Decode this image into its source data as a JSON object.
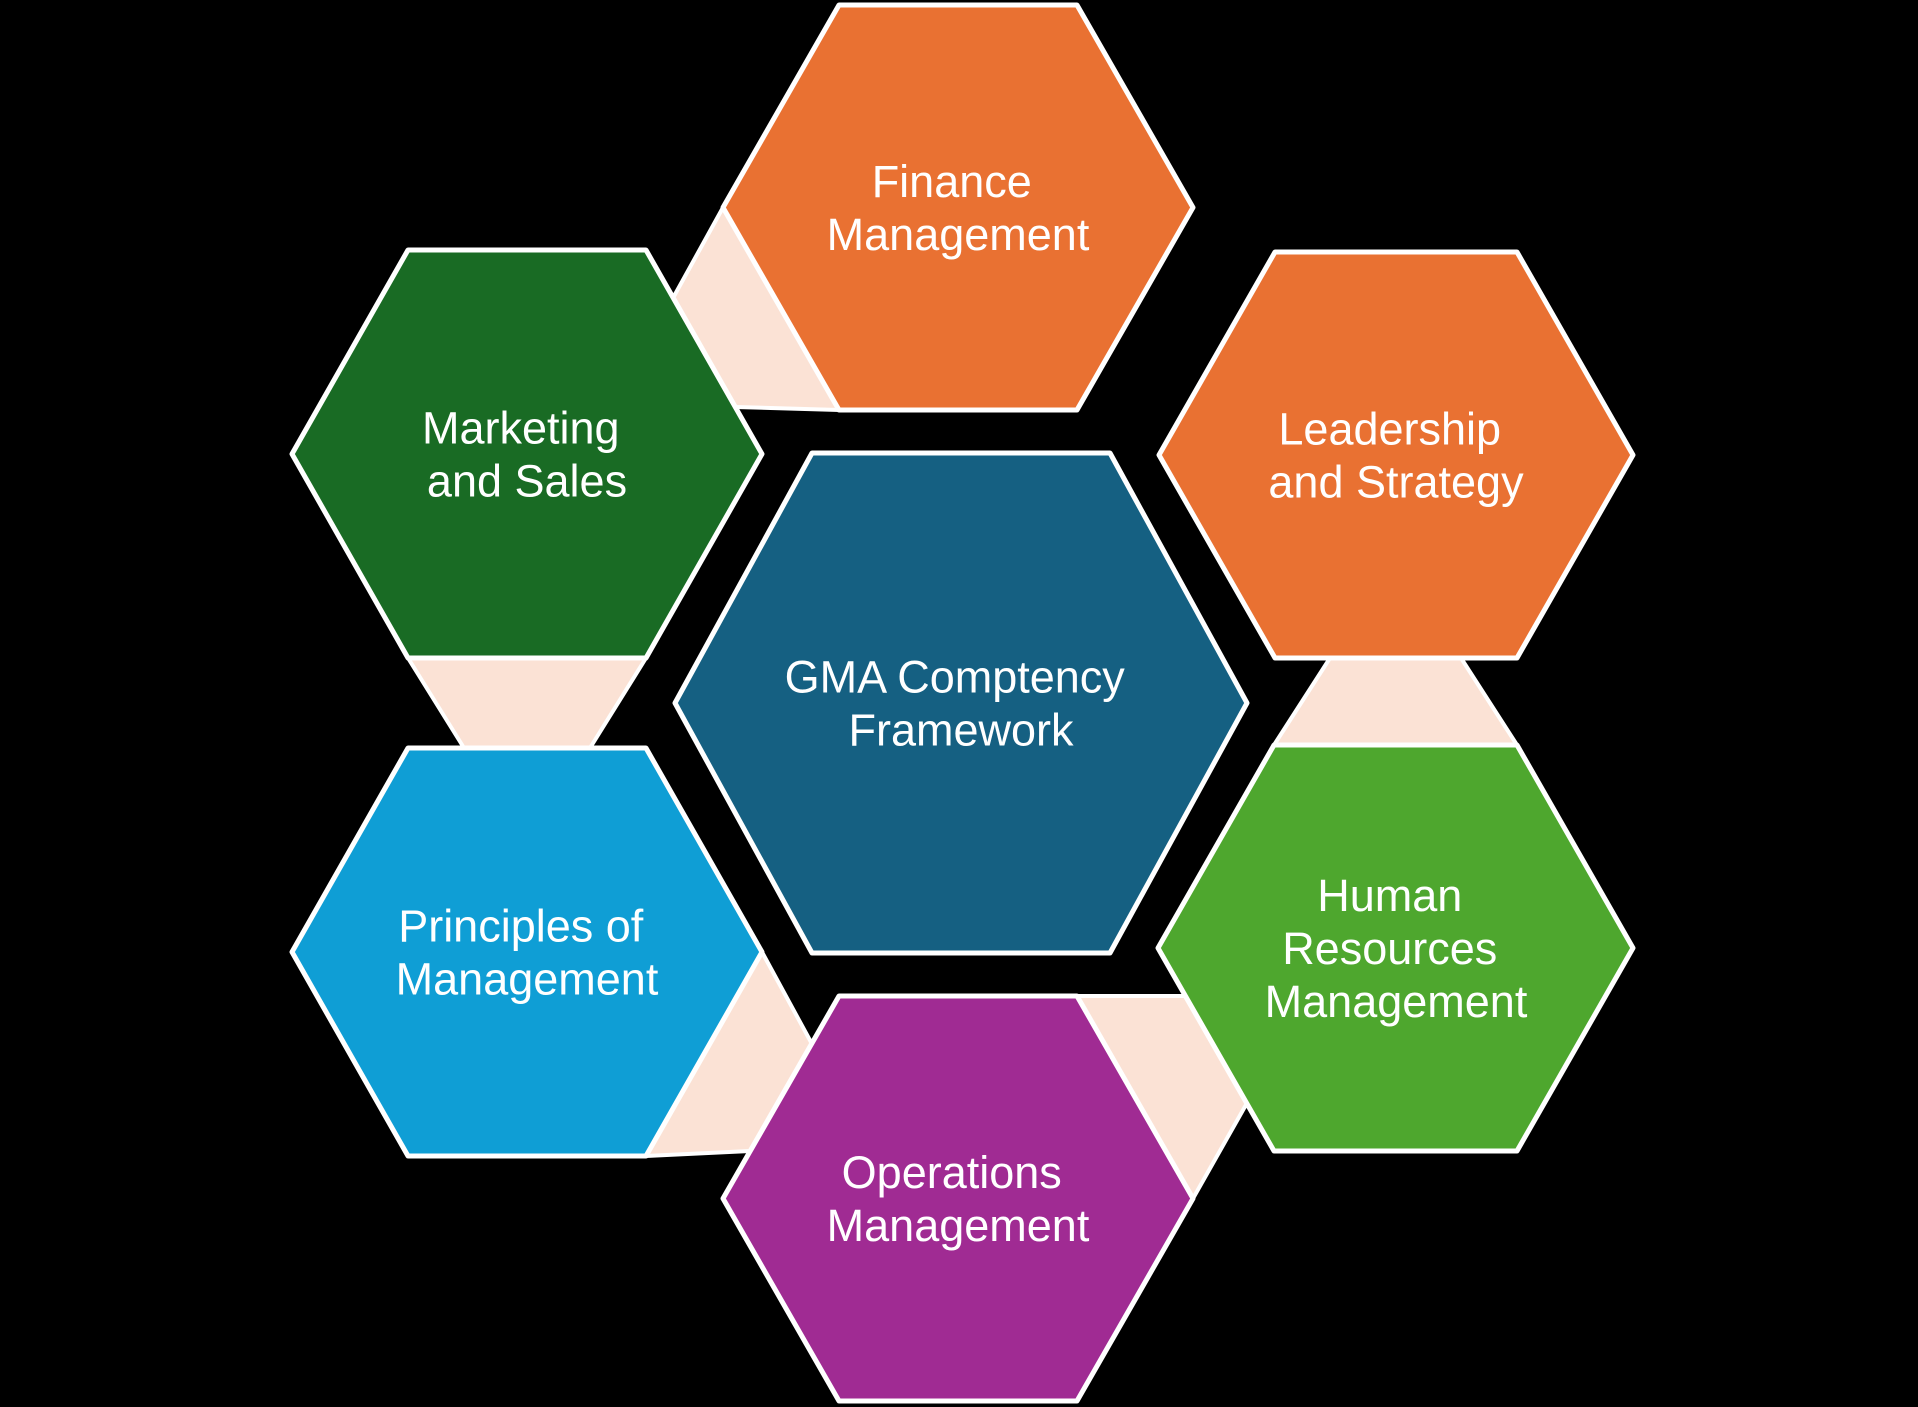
{
  "background_color": "#000000",
  "border_color": "#FFFFFF",
  "text_color": "#FFFFFF",
  "connector_color": "#FBE2D5",
  "center": {
    "label": "GMA Comptency Framework",
    "lines": [
      "GMA Comptency",
      "Framework"
    ],
    "color": "#156082"
  },
  "nodes": {
    "finance": {
      "label": "Finance Management",
      "lines": [
        "Finance",
        "Management"
      ],
      "color": "#E97132"
    },
    "leadership": {
      "label": "Leadership and Strategy",
      "lines": [
        "Leadership",
        "and Strategy"
      ],
      "color": "#E97132"
    },
    "human_resources": {
      "label": "Human Resources Management",
      "lines": [
        "Human",
        "Resources",
        "Management"
      ],
      "color": "#4EA72E"
    },
    "operations": {
      "label": "Operations Management",
      "lines": [
        "Operations",
        "Management"
      ],
      "color": "#A02B93"
    },
    "principles": {
      "label": "Principles of Management",
      "lines": [
        "Principles of",
        "Management"
      ],
      "color": "#0F9ED5"
    },
    "marketing": {
      "label": "Marketing and Sales",
      "lines": [
        "Marketing",
        "and Sales"
      ],
      "color": "#196B24"
    }
  },
  "connections": [
    {
      "from": "finance",
      "to": "marketing"
    },
    {
      "from": "marketing",
      "to": "principles"
    },
    {
      "from": "principles",
      "to": "operations"
    },
    {
      "from": "operations",
      "to": "human_resources"
    },
    {
      "from": "human_resources",
      "to": "leadership"
    }
  ]
}
